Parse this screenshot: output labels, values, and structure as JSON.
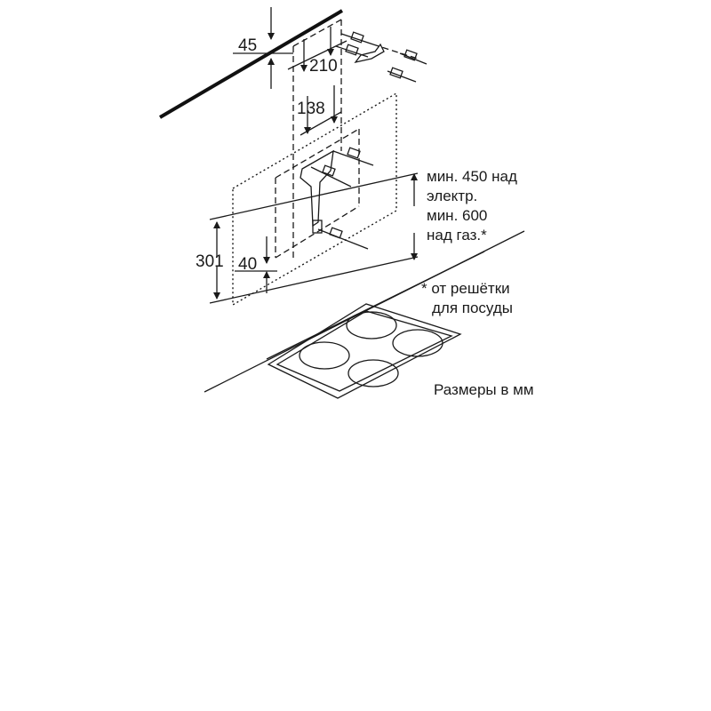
{
  "dimensions": {
    "d45": "45",
    "d210": "210",
    "d138": "138",
    "d301": "301",
    "d40": "40"
  },
  "notes": {
    "min_clearance_lines": [
      "мин. 450 над",
      "электр.",
      "мин. 600",
      "над газ.*"
    ],
    "footnote_lines": [
      "* от решётки",
      "для посуды"
    ],
    "units": "Размеры в мм"
  }
}
